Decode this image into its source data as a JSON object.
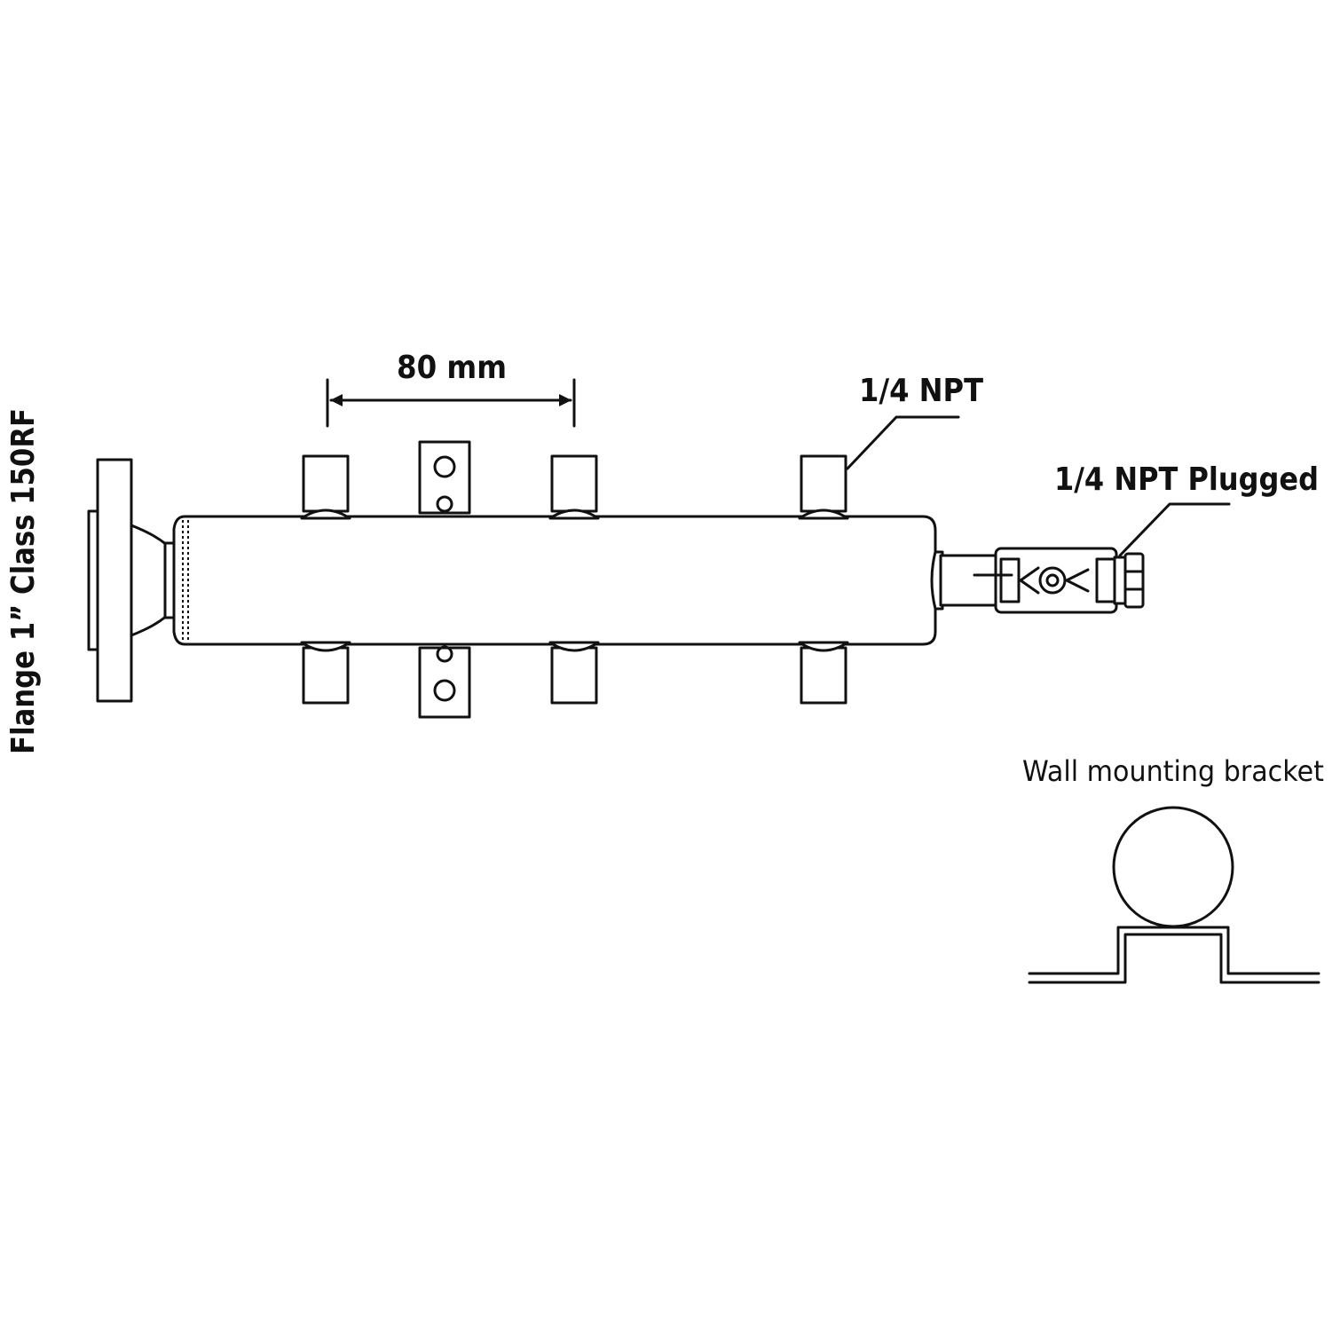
{
  "labels": {
    "flange": "Flange 1” Class 150RF",
    "spacing": "80 mm",
    "outlet": "1/4 NPT",
    "plugged": "1/4 NPT Plugged",
    "bracket": "Wall mounting bracket"
  },
  "colors": {
    "line": "#111111",
    "background": "#ffffff"
  }
}
